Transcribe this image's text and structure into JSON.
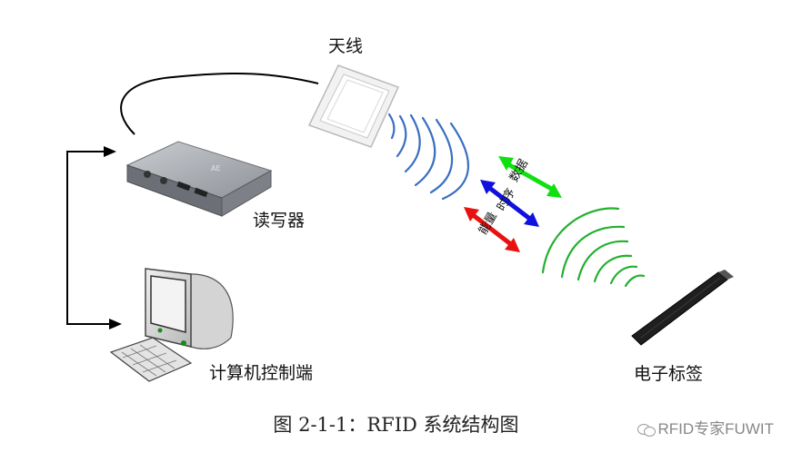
{
  "labels": {
    "antenna": "天线",
    "reader": "读写器",
    "computer": "计算机控制端",
    "tag": "电子标签"
  },
  "arrows": {
    "data": "数据",
    "timing": "时序",
    "energy": "能量"
  },
  "caption": "图 2-1-1：RFID 系统结构图",
  "watermark": "RFID专家FUWIT",
  "colors": {
    "reader_waves": "#3a6fc2",
    "tag_waves": "#22b02e",
    "data_arrow": "#10e010",
    "timing_arrow": "#1010e0",
    "energy_arrow": "#e81010"
  }
}
